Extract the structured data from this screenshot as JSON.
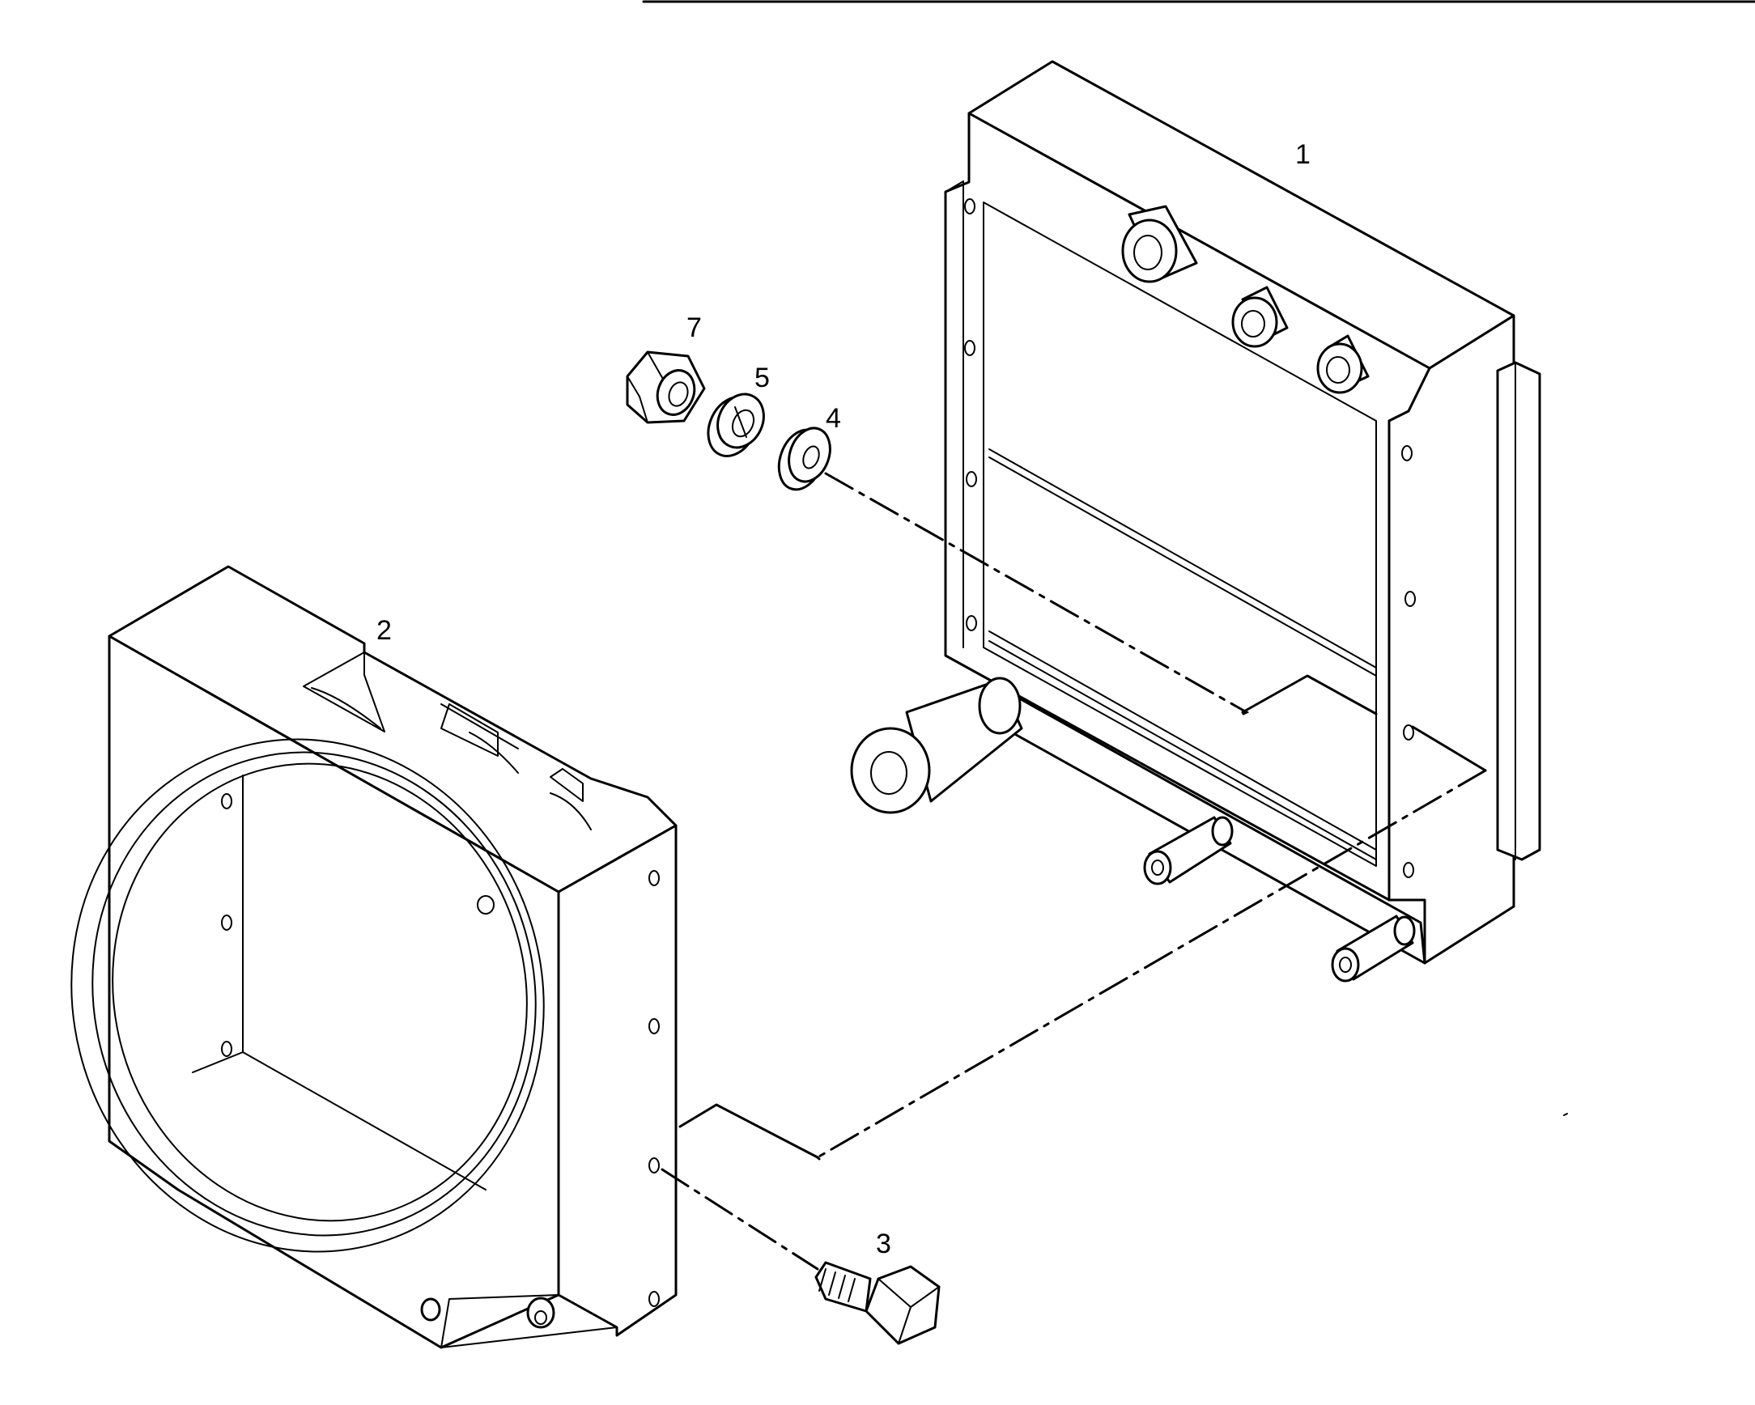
{
  "callouts": {
    "c1": "1",
    "c2": "2",
    "c3": "3",
    "c4": "4",
    "c5": "5",
    "c7": "7"
  },
  "colors": {
    "ink": "#000000",
    "paper": "#ffffff"
  }
}
